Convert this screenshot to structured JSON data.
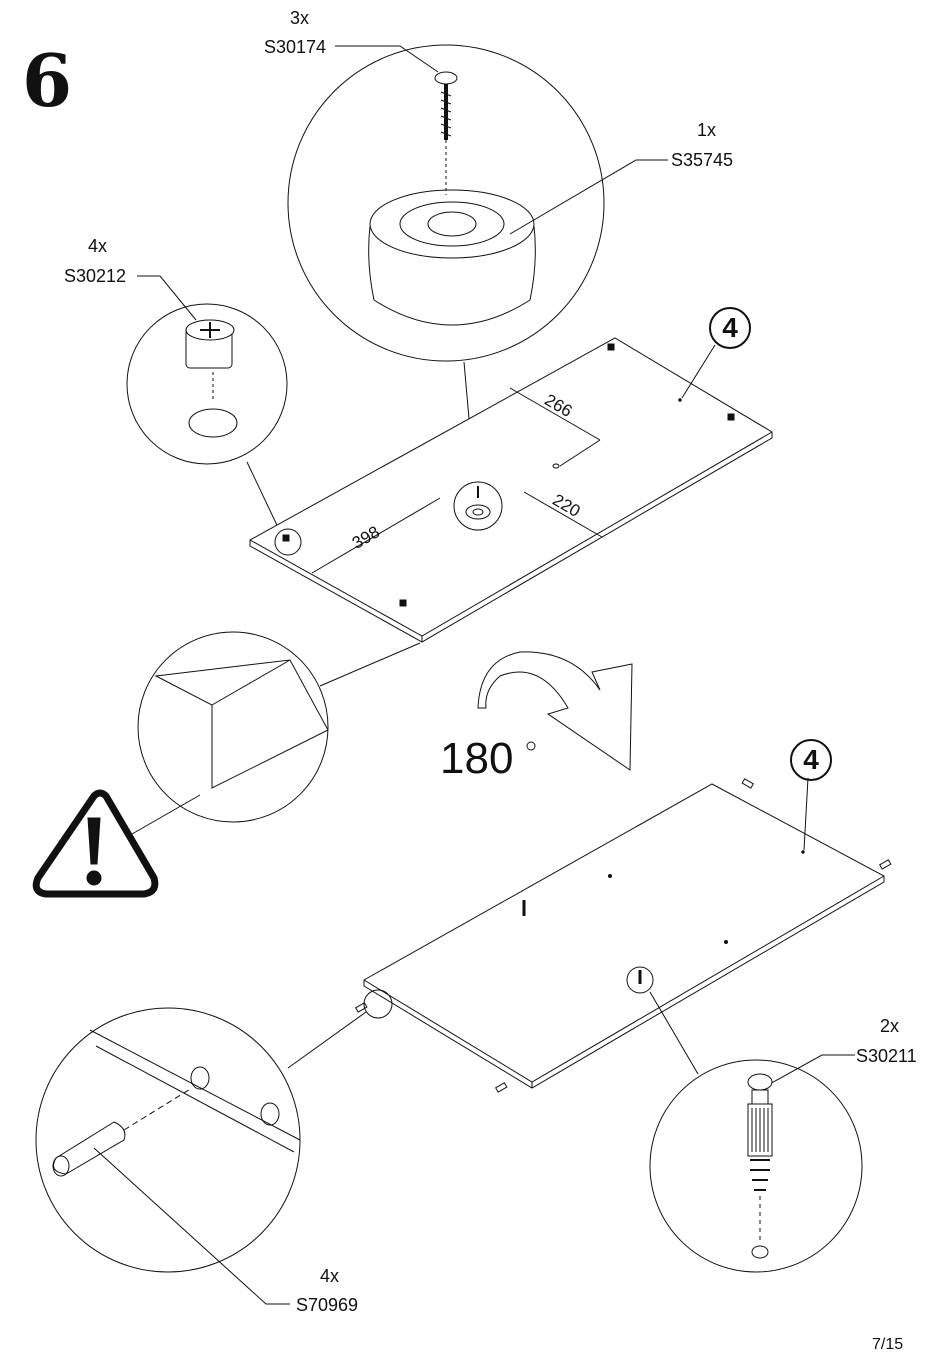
{
  "step": {
    "number": "6"
  },
  "parts": {
    "screw": {
      "qty": "3x",
      "code": "S30174"
    },
    "foot": {
      "qty": "1x",
      "code": "S35745"
    },
    "cam_lock": {
      "qty": "4x",
      "code": "S30212"
    },
    "cam_bolt": {
      "qty": "2x",
      "code": "S30211"
    },
    "dowel": {
      "qty": "4x",
      "code": "S70969"
    }
  },
  "dimensions": {
    "d1": "398",
    "d2": "266",
    "d3": "220"
  },
  "panel_badge": {
    "top": "4",
    "bottom": "4"
  },
  "rotation": {
    "value": "180",
    "unit": "°"
  },
  "page": {
    "label": "7/15"
  }
}
